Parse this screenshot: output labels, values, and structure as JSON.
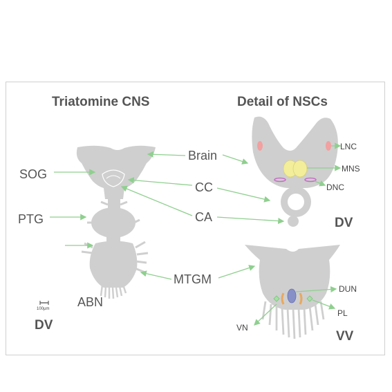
{
  "titles": {
    "left": "Triatomine CNS",
    "right": "Detail of NSCs"
  },
  "labels": {
    "brain": "Brain",
    "cc": "CC",
    "ca": "CA",
    "mtgm": "MTGM",
    "sog": "SOG",
    "ptg": "PTG",
    "abn": "ABN"
  },
  "detail_labels": {
    "lnc": "LNC",
    "mns": "MNS",
    "dnc": "DNC",
    "dun": "DUN",
    "pl": "PL",
    "vn": "VN"
  },
  "views": {
    "left_dv": "DV",
    "right_dv": "DV",
    "right_vv": "VV"
  },
  "scale_bar": "100µm",
  "colors": {
    "tissue": "#cfcfcf",
    "arrow": "#8fcf8f",
    "lnc": "#f2a0a0",
    "mns": "#f3ee9a",
    "dnc": "#c56fc5",
    "dun": "#8890c8",
    "orange_cells": "#e8a860",
    "pl": "#a6e0a6"
  }
}
